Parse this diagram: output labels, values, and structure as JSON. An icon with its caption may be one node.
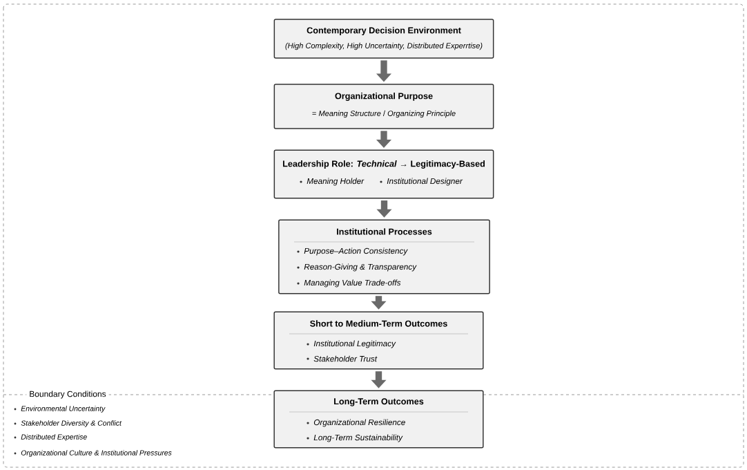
{
  "diagram": {
    "nodes": [
      {
        "text": [
          "Contemporary Decision Environment",
          "(High Complexity, High Uncertainty, Distributed Experrtise)"
        ]
      },
      {
        "text": [
          "Organizational Purpose",
          "= *Meaning Structure* / *Organizing Principle*"
        ]
      },
      {
        "text": [
          "**Leadership Role:** *Technical* → **Legitimacy-Based**",
          "Meaning Holder",
          "Institutional Designer"
        ]
      },
      {
        "text": [
          "Institutional Processes",
          "Purpose–Action Consistency",
          "Reason-Giving & Transparency",
          "Managing Value Trade-offs"
        ]
      },
      {
        "text": [
          "Short to Medium-Term Outcomes",
          "Institutional Legitimacy",
          "Stakeholder Trust"
        ]
      },
      {
        "text": [
          "Long-Term Outcomes",
          "Organizational Resilience",
          "Long-Term Sustainability"
        ]
      }
    ],
    "edges": [
      {
        "from": 0,
        "to": 1,
        "arrow": "to"
      },
      {
        "from": 1,
        "to": 2,
        "arrow": "to"
      },
      {
        "from": 2,
        "to": 3,
        "arrow": "to"
      },
      {
        "from": 3,
        "to": 4,
        "arrow": "to"
      },
      {
        "from": 4,
        "to": 5,
        "arrow": "to"
      }
    ],
    "labels": [
      "Boundary Conditions",
      "Environmental Uncertainty",
      "Stakeholder Diversity & Conflict",
      "Distributed Expertise",
      "Organizational Culture & Institutional Pressures"
    ]
  }
}
